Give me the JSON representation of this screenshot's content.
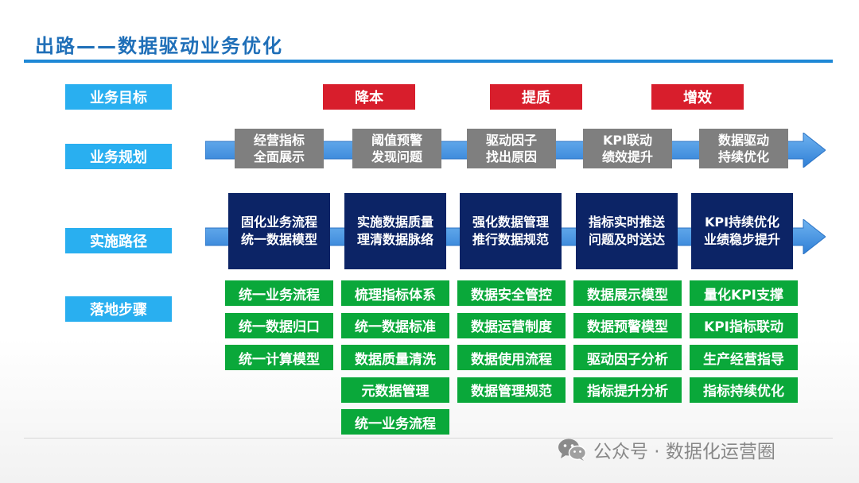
{
  "title": "出路——数据驱动业务优化",
  "row_labels": {
    "goal": "业务目标",
    "plan": "业务规划",
    "path": "实施路径",
    "steps": "落地步骤"
  },
  "goals": [
    "降本",
    "提质",
    "增效"
  ],
  "plan_items": [
    {
      "line1": "经营指标",
      "line2": "全面展示"
    },
    {
      "line1": "阈值预警",
      "line2": "发现问题"
    },
    {
      "line1": "驱动因子",
      "line2": "找出原因"
    },
    {
      "line1": "KPI联动",
      "line2": "绩效提升"
    },
    {
      "line1": "数据驱动",
      "line2": "持续优化"
    }
  ],
  "path_items": [
    {
      "line1": "固化业务流程",
      "line2": "统一数据模型"
    },
    {
      "line1": "实施数据质量",
      "line2": "理清数据脉络"
    },
    {
      "line1": "强化数据管理",
      "line2": "推行数据规范"
    },
    {
      "line1": "指标实时推送",
      "line2": "问题及时送达"
    },
    {
      "line1": "KPI持续优化",
      "line2": "业绩稳步提升"
    }
  ],
  "step_columns": [
    [
      "统一业务流程",
      "统一数据归口",
      "统一计算模型"
    ],
    [
      "梳理指标体系",
      "统一数据标准",
      "数据质量清洗",
      "元数据管理",
      "统一业务流程"
    ],
    [
      "数据安全管控",
      "数据运营制度",
      "数据使用流程",
      "数据管理规范"
    ],
    [
      "数据展示模型",
      "数据预警模型",
      "驱动因子分析",
      "指标提升分析"
    ],
    [
      "量化KPI支撑",
      "KPI指标联动",
      "生产经营指导",
      "指标持续优化"
    ]
  ],
  "watermark": "公众号 · 数据化运营圈",
  "colors": {
    "title": "#1f6fb8",
    "row_label": "#29aff0",
    "goal": "#d81e2c",
    "plan_box": "#7f7f7f",
    "path_box": "#0c2466",
    "step_box": "#0aa83a",
    "arrow": "#3d8fe0"
  },
  "icons": {
    "watermark": "wechat-icon"
  }
}
